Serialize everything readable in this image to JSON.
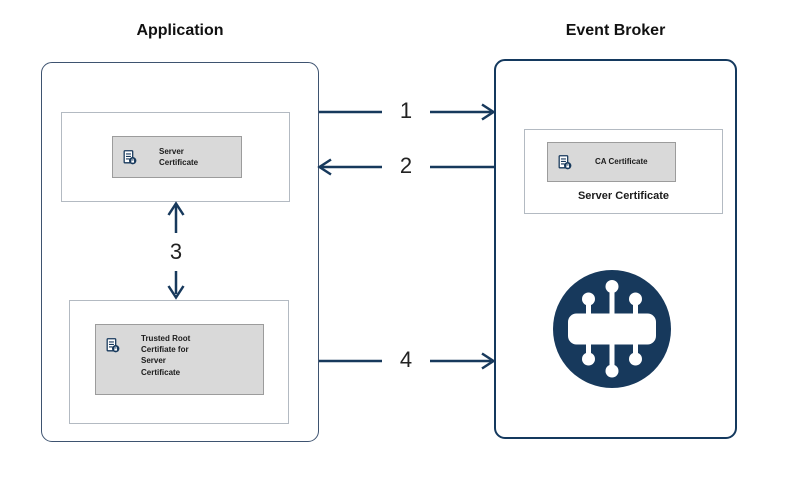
{
  "application": {
    "title": "Application",
    "chips": {
      "server_certificate": {
        "icon": "certificate-icon",
        "label": "Server\nCertificate"
      },
      "trusted_root": {
        "icon": "certificate-icon",
        "label": "Trusted Root\nCertifiate for\nServer\nCertificate"
      }
    }
  },
  "event_broker": {
    "title": "Event Broker",
    "chips": {
      "ca_certificate": {
        "icon": "certificate-icon",
        "label": "CA Certificate"
      }
    },
    "server_certificate_label": "Server Certificate",
    "broker_icon": "event-broker-icon"
  },
  "steps": {
    "one": "1",
    "two": "2",
    "three": "3",
    "four": "4"
  },
  "colors": {
    "navy": "#17395c",
    "chip_fill": "#d9d9d9",
    "chip_border": "#9c9c9c",
    "container_border": "#b3bac2",
    "app_box_border": "#3e5370",
    "event_broker_border": "#14395e",
    "text": "#1c1c1c"
  }
}
